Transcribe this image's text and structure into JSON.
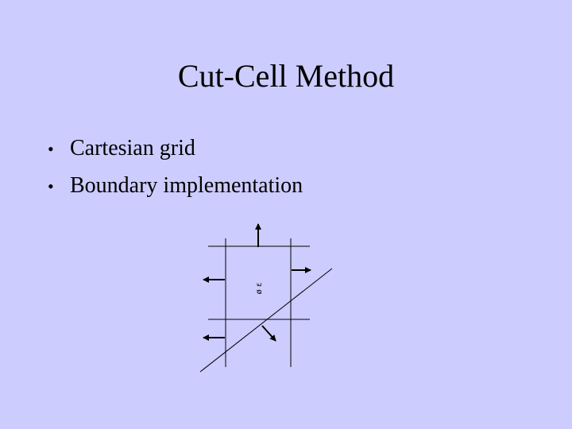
{
  "slide": {
    "title": "Cut-Cell Method",
    "bullets": [
      "Cartesian grid",
      "Boundary implementation"
    ]
  },
  "diagram": {
    "cell_label": "ø ɛ"
  }
}
